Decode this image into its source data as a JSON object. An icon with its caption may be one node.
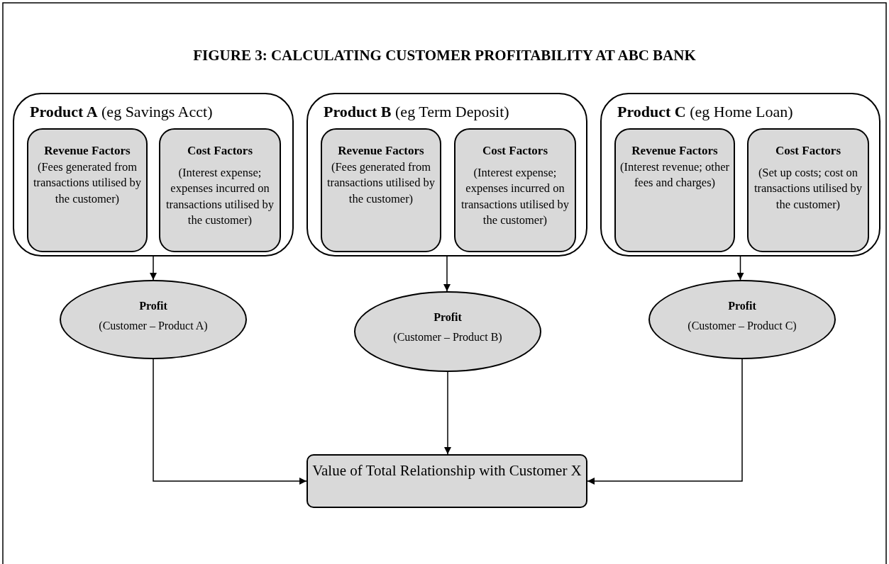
{
  "diagram": {
    "title": "FIGURE 3: CALCULATING CUSTOMER PROFITABILITY AT ABC BANK",
    "nodes": [
      {
        "text": [
          "**Product A** (eg Savings Acct)"
        ]
      },
      {
        "text": [
          "Revenue Factors",
          "(Fees generated from transactions utilised by the customer)"
        ],
        "in": 0
      },
      {
        "text": [
          "Cost Factors",
          "(Interest expense; expenses incurred on transactions utilised by the customer)"
        ],
        "in": 0
      },
      {
        "text": [
          "**Product B** (eg Term Deposit)"
        ]
      },
      {
        "text": [
          "Revenue Factors",
          "(Fees generated from transactions utilised by the customer)"
        ],
        "in": 3
      },
      {
        "text": [
          "Cost Factors",
          "(Interest expense; expenses incurred on transactions utilised by the customer)"
        ],
        "in": 3
      },
      {
        "text": [
          "**Product C** (eg Home Loan)"
        ]
      },
      {
        "text": [
          "Revenue Factors",
          "(Interest revenue; other fees and charges)"
        ],
        "in": 6
      },
      {
        "text": [
          "Cost Factors",
          "(Set up costs;  cost on transactions utilised by the customer)"
        ],
        "in": 6
      },
      {
        "text": [
          "Profit",
          "(Customer – Product A)"
        ]
      },
      {
        "text": [
          "Profit",
          "(Customer – Product B)"
        ]
      },
      {
        "text": [
          "Profit",
          "(Customer – Product C)"
        ]
      },
      {
        "text": [
          "Value of Total Relationship with Customer X"
        ]
      }
    ],
    "edges": [
      {
        "from": 0,
        "to": 9,
        "arrow": "to"
      },
      {
        "from": 3,
        "to": 10,
        "arrow": "to"
      },
      {
        "from": 6,
        "to": 11,
        "arrow": "to"
      },
      {
        "from": 9,
        "to": 12,
        "arrow": "to"
      },
      {
        "from": 10,
        "to": 12,
        "arrow": "to"
      },
      {
        "from": 11,
        "to": 12,
        "arrow": "to"
      }
    ]
  }
}
